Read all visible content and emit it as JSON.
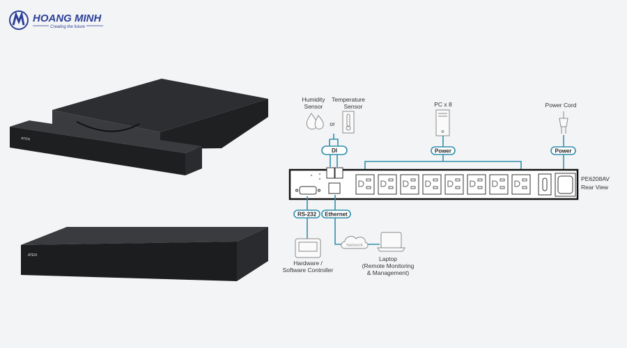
{
  "logo": {
    "brand": "HOANG MINH",
    "tagline": "Creating the future"
  },
  "colors": {
    "accent": "#2f8fac",
    "brand": "#2b3f9a",
    "device": "#2a2b2d"
  },
  "diagram": {
    "sensors": {
      "humidity": [
        "Humidity",
        "Sensor"
      ],
      "or": "or",
      "temperature": [
        "Temperature",
        "Sensor"
      ],
      "port_label": "DI"
    },
    "pc": {
      "label": "PC x 8",
      "port_label": "Power"
    },
    "power_cord": {
      "label": "Power Cord",
      "port_label": "Power"
    },
    "device": {
      "model": "PE6208AV",
      "view": "Rear View",
      "outlet_count": 8
    },
    "rs232": {
      "port_label": "RS-232",
      "device_label": [
        "Hardware /",
        "Software Controller"
      ]
    },
    "ethernet": {
      "port_label": "Ethernet",
      "network_label": "Network",
      "device_label": [
        "Laptop",
        "(Remote Monitoring",
        "& Management)"
      ]
    }
  },
  "product_photos": {
    "front_brand": "ATEN"
  }
}
